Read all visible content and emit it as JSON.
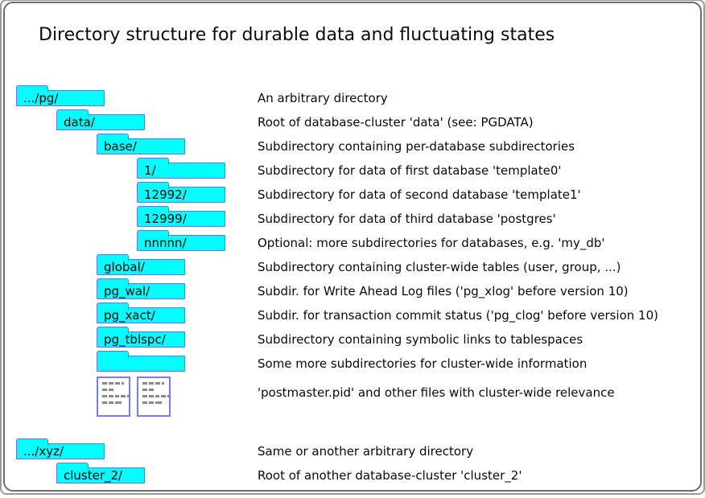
{
  "title": "Directory structure for durable data and fluctuating states",
  "colors": {
    "folder_fill": "#00ffff",
    "folder_border": "#6e6ef0",
    "file_border": "#7b7bf0",
    "frame_border": "#6e6e6e",
    "dash": "#8a8a8a"
  },
  "icons": {
    "folder": "folder-icon",
    "file": "file-icon"
  },
  "sections": [
    {
      "name": "pg-cluster",
      "rows": [
        {
          "type": "folder",
          "label": ".../pg/",
          "indent": 0,
          "desc": "An arbitrary directory"
        },
        {
          "type": "folder",
          "label": "data/",
          "indent": 1,
          "desc": "Root of database-cluster 'data' (see: PGDATA)"
        },
        {
          "type": "folder",
          "label": "base/",
          "indent": 2,
          "desc": "Subdirectory containing per-database subdirectories"
        },
        {
          "type": "folder",
          "label": "1/",
          "indent": 3,
          "desc": "Subdirectory for data of first database 'template0'"
        },
        {
          "type": "folder",
          "label": "12992/",
          "indent": 3,
          "desc": "Subdirectory for data of second database 'template1'"
        },
        {
          "type": "folder",
          "label": "12999/",
          "indent": 3,
          "desc": "Subdirectory for data of third database 'postgres'"
        },
        {
          "type": "folder",
          "label": "nnnnn/",
          "indent": 3,
          "desc": "Optional: more subdirectories for databases, e.g. 'my_db'"
        },
        {
          "type": "folder",
          "label": "global/",
          "indent": 2,
          "desc": "Subdirectory containing cluster-wide tables (user, group, ...)"
        },
        {
          "type": "folder",
          "label": "pg_wal/",
          "indent": 2,
          "desc": "Subdir. for Write Ahead Log files ('pg_xlog' before version 10)"
        },
        {
          "type": "folder",
          "label": "pg_xact/",
          "indent": 2,
          "desc": "Subdir. for transaction commit status ('pg_clog' before version 10)"
        },
        {
          "type": "folder",
          "label": "pg_tblspc/",
          "indent": 2,
          "desc": "Subdirectory containing symbolic links to tablespaces"
        },
        {
          "type": "folder",
          "label": "",
          "indent": 2,
          "desc": "Some more subdirectories for cluster-wide information"
        },
        {
          "type": "files",
          "count": 2,
          "indent": 2,
          "desc": "'postmaster.pid' and other files with cluster-wide relevance"
        }
      ]
    },
    {
      "name": "another-cluster",
      "rows": [
        {
          "type": "folder",
          "label": ".../xyz/",
          "indent": 0,
          "desc": "Same or another arbitrary directory"
        },
        {
          "type": "folder",
          "label": "cluster_2/",
          "indent": 1,
          "desc": "Root of another database-cluster 'cluster_2'"
        }
      ]
    }
  ]
}
